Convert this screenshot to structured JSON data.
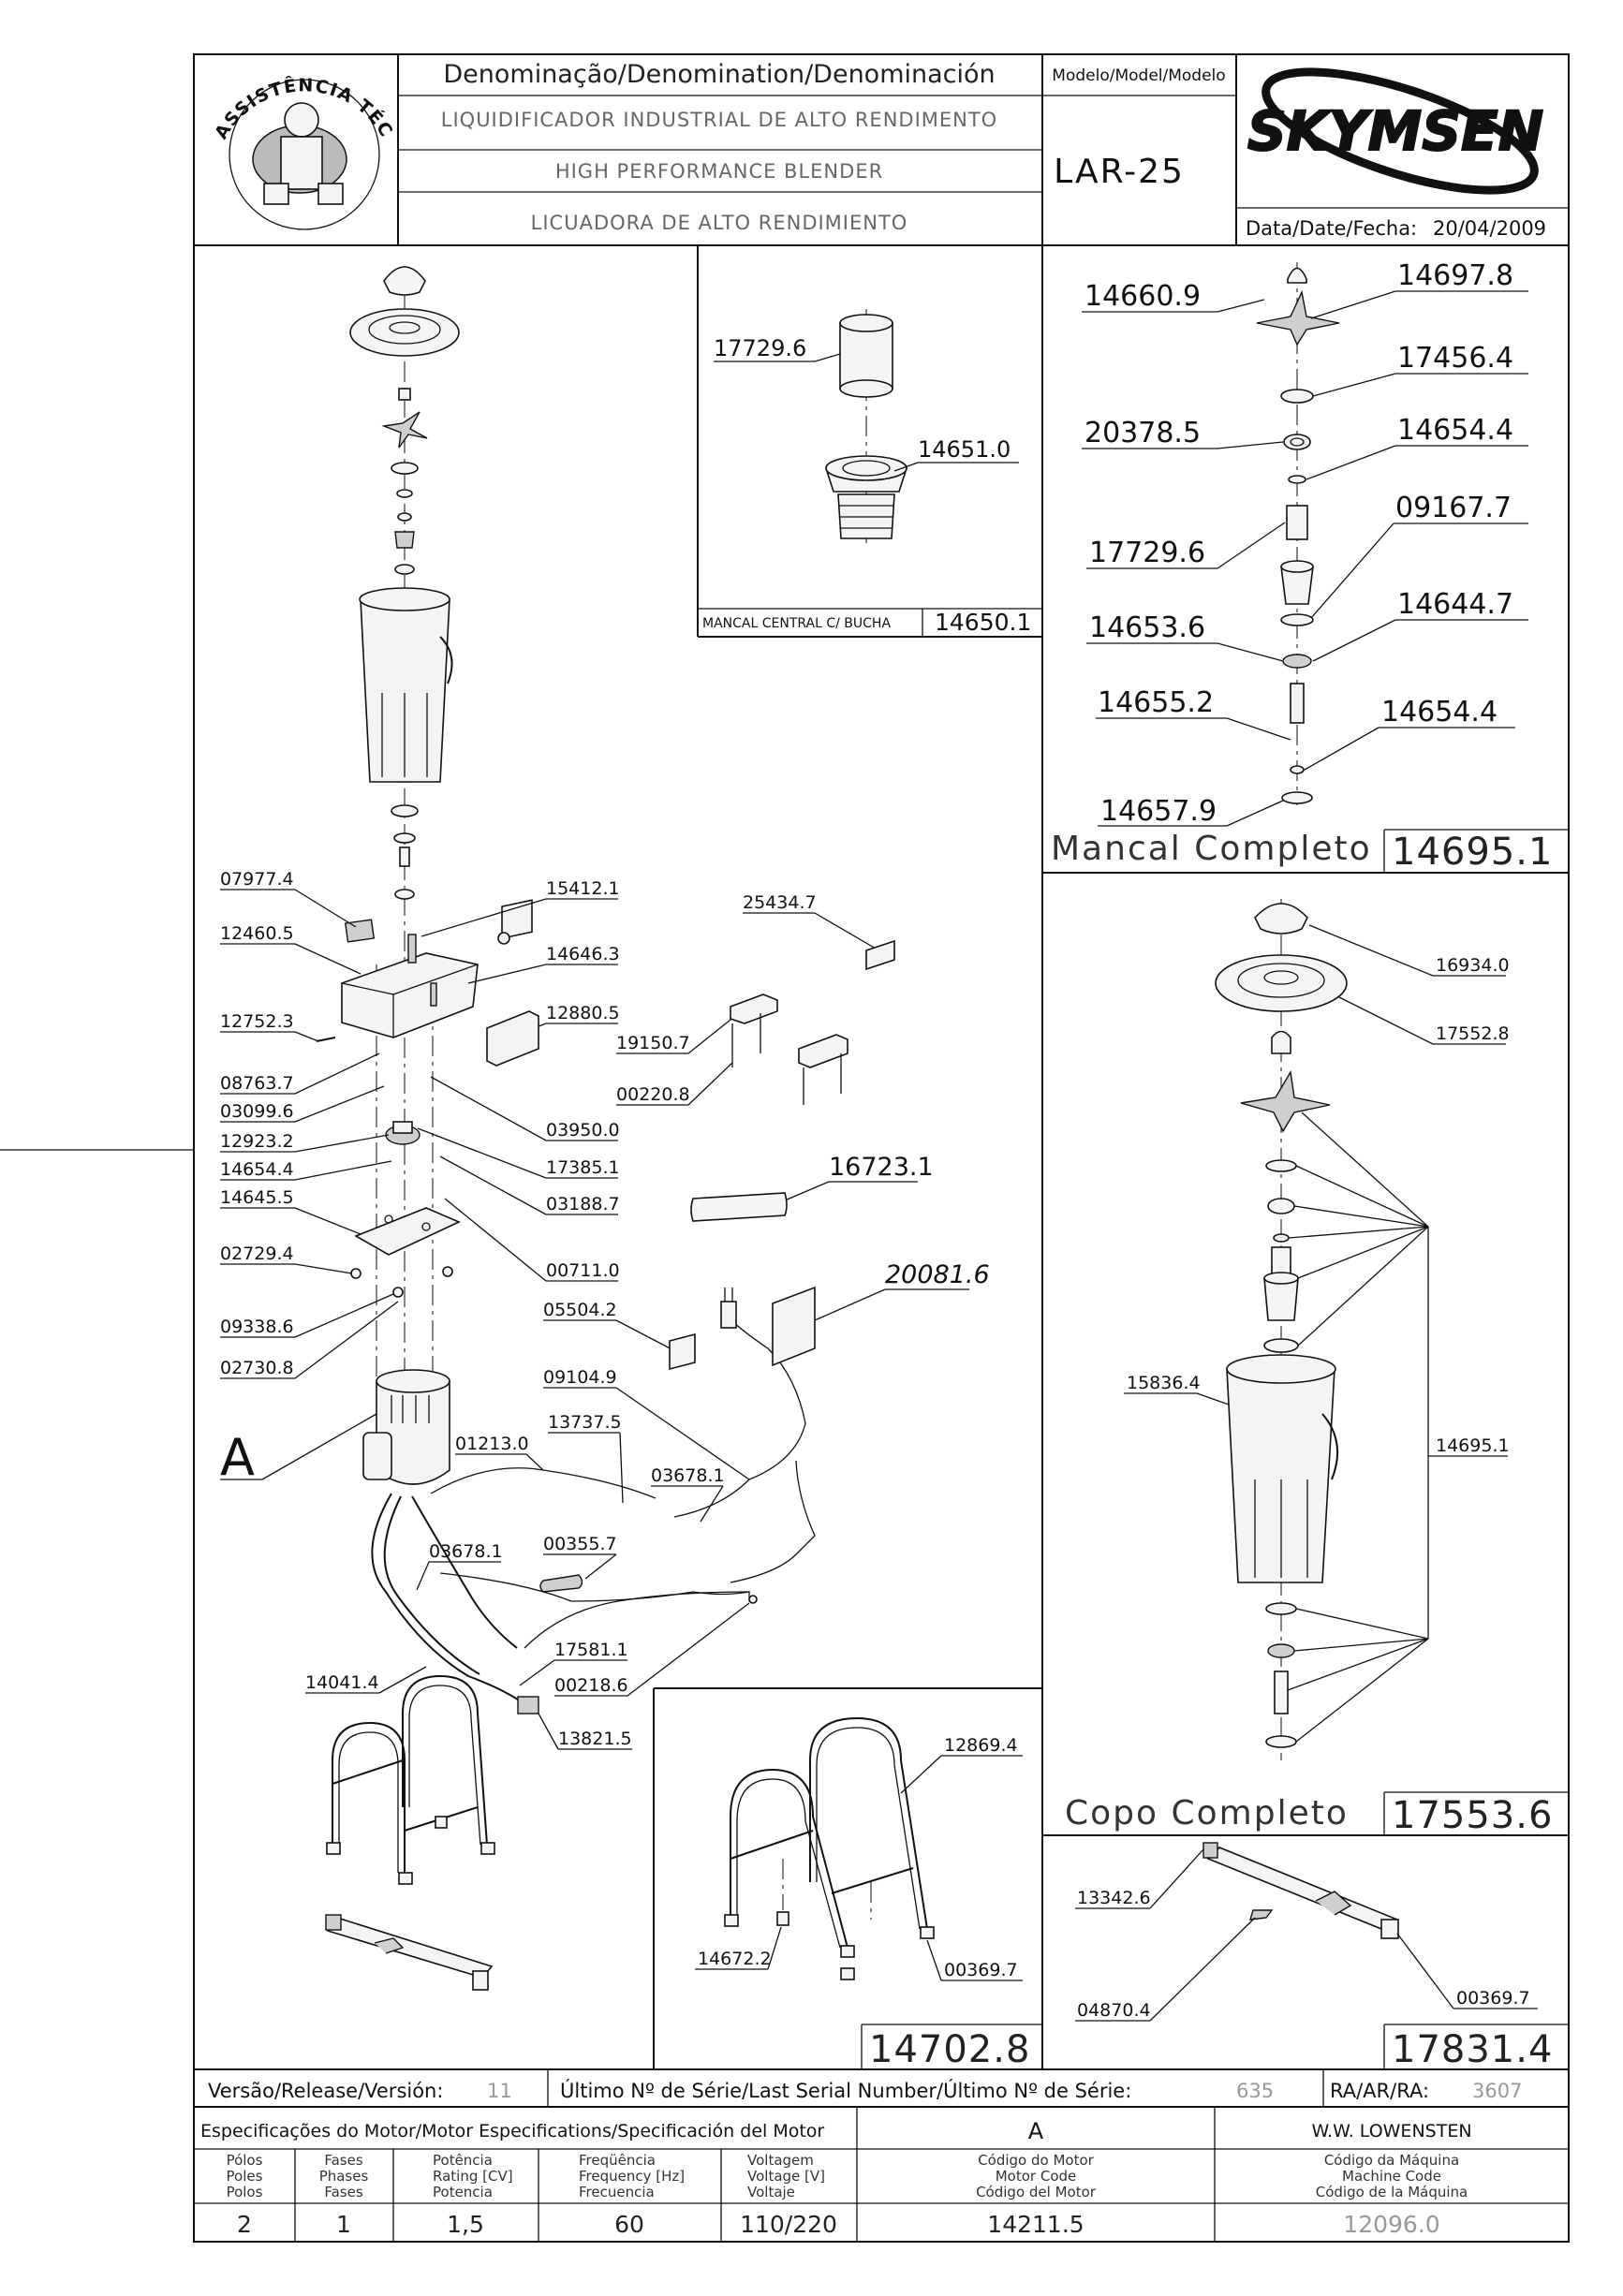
{
  "header": {
    "denomination_heading": "Denominação/Denomination/Denominación",
    "model_heading": "Modelo/Model/Modelo",
    "desc_pt": "LIQUIDIFICADOR INDUSTRIAL DE ALTO RENDIMENTO",
    "desc_en": "HIGH PERFORMANCE BLENDER",
    "desc_es": "LICUADORA DE ALTO RENDIMIENTO",
    "model": "LAR-25",
    "brand": "SKYMSEN",
    "date_label": "Data/Date/Fecha:",
    "date": "20/04/2009",
    "seal_text": "ASSISTÊNCIA TÉCNICA AUTORIZADA"
  },
  "panels": {
    "bearing_center_label": "MANCAL CENTRAL C/ BUCHA",
    "bearing_center_code": "14650.1",
    "bearing_complete_label": "Mancal Completo",
    "bearing_complete_code": "14695.1",
    "cup_complete_label": "Copo Completo",
    "cup_complete_code": "17553.6",
    "stand_code": "14702.8",
    "foot_code": "17831.4"
  },
  "main_labels": {
    "07977_4": "07977.4",
    "15412_1": "15412.1",
    "12460_5": "12460.5",
    "14646_3": "14646.3",
    "12752_3": "12752.3",
    "12880_5": "12880.5",
    "08763_7": "08763.7",
    "03099_6": "03099.6",
    "03950_0": "03950.0",
    "12923_2": "12923.2",
    "17385_1": "17385.1",
    "14654_4": "14654.4",
    "03188_7": "03188.7",
    "14645_5": "14645.5",
    "00711_0": "00711.0",
    "02729_4": "02729.4",
    "09338_6": "09338.6",
    "02730_8": "02730.8",
    "A": "A",
    "25434_7": "25434.7",
    "19150_7": "19150.7",
    "00220_8": "00220.8",
    "16723_1": "16723.1",
    "20081_6": "20081.6",
    "05504_2": "05504.2",
    "09104_9": "09104.9",
    "13737_5": "13737.5",
    "01213_0": "01213.0",
    "03678_1a": "03678.1",
    "03678_1b": "03678.1",
    "00355_7": "00355.7",
    "14041_4": "14041.4",
    "17581_1": "17581.1",
    "00218_6": "00218.6",
    "13821_5": "13821.5"
  },
  "center_labels": {
    "17729_6": "17729.6",
    "14651_0": "14651.0"
  },
  "bearing_labels": {
    "14660_9": "14660.9",
    "14697_8": "14697.8",
    "17456_4": "17456.4",
    "20378_5": "20378.5",
    "14654_4a": "14654.4",
    "09167_7": "09167.7",
    "17729_6": "17729.6",
    "14644_7": "14644.7",
    "14653_6": "14653.6",
    "14655_2": "14655.2",
    "14654_4b": "14654.4",
    "14657_9": "14657.9"
  },
  "cup_labels": {
    "16934_0": "16934.0",
    "17552_8": "17552.8",
    "15836_4": "15836.4",
    "14695_1": "14695.1"
  },
  "stand_labels": {
    "12869_4": "12869.4",
    "14672_2": "14672.2",
    "00369_7": "00369.7"
  },
  "foot_labels": {
    "13342_6": "13342.6",
    "04870_4": "04870.4",
    "00369_7": "00369.7"
  },
  "footer": {
    "version_label": "Versão/Release/Versión:",
    "version": "11",
    "serial_label": "Último Nº de Série/Last Serial Number/Último Nº de Série:",
    "serial": "635",
    "ra_label": "RA/AR/RA:",
    "ra": "3607",
    "motor_spec_label": "Especificações do Motor/Motor Especifications/Specificación del Motor",
    "motor_letter": "A",
    "manufacturer": "W.W. LOWENSTEN",
    "col_poles": [
      "Pólos",
      "Poles",
      "Polos"
    ],
    "col_phases": [
      "Fases",
      "Phases",
      "Fases"
    ],
    "col_power": [
      "Potência",
      "Rating [CV]",
      "Potencia"
    ],
    "col_freq": [
      "Freqüência",
      "Frequency [Hz]",
      "Frecuencia"
    ],
    "col_voltage": [
      "Voltagem",
      "Voltage [V]",
      "Voltaje"
    ],
    "col_motor_code": [
      "Código do Motor",
      "Motor Code",
      "Código del Motor"
    ],
    "col_machine_code": [
      "Código da Máquina",
      "Machine Code",
      "Código de la Máquina"
    ],
    "poles": "2",
    "phases": "1",
    "power": "1,5",
    "frequency": "60",
    "voltage": "110/220",
    "motor_code": "14211.5",
    "machine_code": "12096.0"
  }
}
